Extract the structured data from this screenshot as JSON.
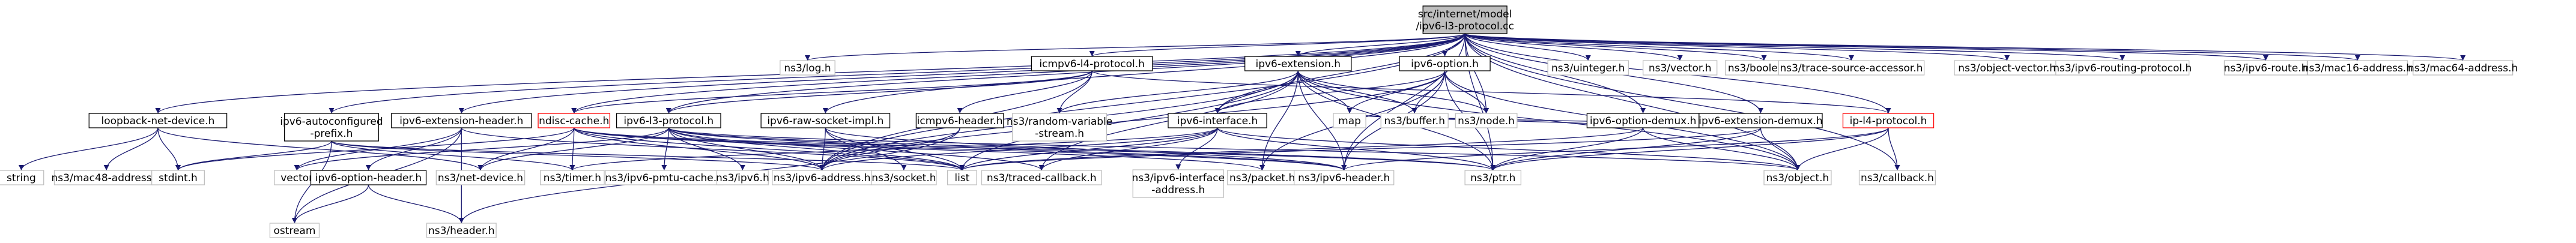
{
  "graph": {
    "root": "src/internet/model/ipv6-l3-protocol.cc",
    "colors": {
      "edge": "#191970",
      "node_border": "#000000",
      "node_border_missing": "#bfbfbf",
      "node_border_highlight": "#ff0000",
      "root_fill": "#bfbfbf"
    },
    "nodes": [
      {
        "id": "root",
        "label": "src/internet/model\n/ipv6-l3-protocol.cc",
        "kind": "root"
      },
      {
        "id": "log",
        "label": "ns3/log.h",
        "kind": "missing"
      },
      {
        "id": "icmpv6l4",
        "label": "icmpv6-l4-protocol.h",
        "kind": "normal"
      },
      {
        "id": "ipv6ext",
        "label": "ipv6-extension.h",
        "kind": "normal"
      },
      {
        "id": "ipv6opt",
        "label": "ipv6-option.h",
        "kind": "normal"
      },
      {
        "id": "uinteger",
        "label": "ns3/uinteger.h",
        "kind": "missing"
      },
      {
        "id": "vectorh",
        "label": "ns3/vector.h",
        "kind": "missing"
      },
      {
        "id": "boolean",
        "label": "ns3/boolean.h",
        "kind": "missing"
      },
      {
        "id": "tsa",
        "label": "ns3/trace-source-accessor.h",
        "kind": "missing"
      },
      {
        "id": "objvec",
        "label": "ns3/object-vector.h",
        "kind": "missing"
      },
      {
        "id": "routing",
        "label": "ns3/ipv6-routing-protocol.h",
        "kind": "missing"
      },
      {
        "id": "route",
        "label": "ns3/ipv6-route.h",
        "kind": "missing"
      },
      {
        "id": "mac16",
        "label": "ns3/mac16-address.h",
        "kind": "missing"
      },
      {
        "id": "mac64",
        "label": "ns3/mac64-address.h",
        "kind": "missing"
      },
      {
        "id": "loopback",
        "label": "loopback-net-device.h",
        "kind": "normal"
      },
      {
        "id": "autoconf",
        "label": "ipv6-autoconfigured\n-prefix.h",
        "kind": "normal"
      },
      {
        "id": "exthdr",
        "label": "ipv6-extension-header.h",
        "kind": "normal"
      },
      {
        "id": "ndisc",
        "label": "ndisc-cache.h",
        "kind": "highlight"
      },
      {
        "id": "ipv6l3",
        "label": "ipv6-l3-protocol.h",
        "kind": "normal"
      },
      {
        "id": "rawsock",
        "label": "ipv6-raw-socket-impl.h",
        "kind": "normal"
      },
      {
        "id": "icmphdr",
        "label": "icmpv6-header.h",
        "kind": "normal"
      },
      {
        "id": "randvar",
        "label": "ns3/random-variable\n-stream.h",
        "kind": "missing"
      },
      {
        "id": "ipv6if",
        "label": "ipv6-interface.h",
        "kind": "normal"
      },
      {
        "id": "map",
        "label": "map",
        "kind": "missing"
      },
      {
        "id": "buffer",
        "label": "ns3/buffer.h",
        "kind": "missing"
      },
      {
        "id": "node",
        "label": "ns3/node.h",
        "kind": "missing"
      },
      {
        "id": "optdemux",
        "label": "ipv6-option-demux.h",
        "kind": "normal"
      },
      {
        "id": "extdemux",
        "label": "ipv6-extension-demux.h",
        "kind": "normal"
      },
      {
        "id": "ipl4",
        "label": "ip-l4-protocol.h",
        "kind": "highlight"
      },
      {
        "id": "string",
        "label": "string",
        "kind": "missing"
      },
      {
        "id": "mac48",
        "label": "ns3/mac48-address.h",
        "kind": "missing"
      },
      {
        "id": "stdint",
        "label": "stdint.h",
        "kind": "missing"
      },
      {
        "id": "vector",
        "label": "vector",
        "kind": "missing"
      },
      {
        "id": "optheader",
        "label": "ipv6-option-header.h",
        "kind": "normal"
      },
      {
        "id": "netdevice",
        "label": "ns3/net-device.h",
        "kind": "missing"
      },
      {
        "id": "timer",
        "label": "ns3/timer.h",
        "kind": "missing"
      },
      {
        "id": "pmtu",
        "label": "ns3/ipv6-pmtu-cache.h",
        "kind": "missing"
      },
      {
        "id": "ipv6h",
        "label": "ns3/ipv6.h",
        "kind": "missing"
      },
      {
        "id": "ipv6addr",
        "label": "ns3/ipv6-address.h",
        "kind": "missing"
      },
      {
        "id": "socket",
        "label": "ns3/socket.h",
        "kind": "missing"
      },
      {
        "id": "list",
        "label": "list",
        "kind": "missing"
      },
      {
        "id": "tracedcb",
        "label": "ns3/traced-callback.h",
        "kind": "missing"
      },
      {
        "id": "ifaddr",
        "label": "ns3/ipv6-interface\n-address.h",
        "kind": "missing"
      },
      {
        "id": "packet",
        "label": "ns3/packet.h",
        "kind": "missing"
      },
      {
        "id": "ipv6header",
        "label": "ns3/ipv6-header.h",
        "kind": "missing"
      },
      {
        "id": "ptr",
        "label": "ns3/ptr.h",
        "kind": "missing"
      },
      {
        "id": "object",
        "label": "ns3/object.h",
        "kind": "missing"
      },
      {
        "id": "callback",
        "label": "ns3/callback.h",
        "kind": "missing"
      },
      {
        "id": "ostream",
        "label": "ostream",
        "kind": "missing"
      },
      {
        "id": "header",
        "label": "ns3/header.h",
        "kind": "missing"
      }
    ],
    "edges": [
      [
        "root",
        "log"
      ],
      [
        "root",
        "icmpv6l4"
      ],
      [
        "root",
        "ipv6ext"
      ],
      [
        "root",
        "ipv6opt"
      ],
      [
        "root",
        "uinteger"
      ],
      [
        "root",
        "vectorh"
      ],
      [
        "root",
        "boolean"
      ],
      [
        "root",
        "tsa"
      ],
      [
        "root",
        "objvec"
      ],
      [
        "root",
        "routing"
      ],
      [
        "root",
        "route"
      ],
      [
        "root",
        "mac16"
      ],
      [
        "root",
        "mac64"
      ],
      [
        "root",
        "loopback"
      ],
      [
        "root",
        "autoconf"
      ],
      [
        "root",
        "exthdr"
      ],
      [
        "root",
        "ndisc"
      ],
      [
        "root",
        "ipv6l3"
      ],
      [
        "root",
        "rawsock"
      ],
      [
        "root",
        "ipv6if"
      ],
      [
        "root",
        "node"
      ],
      [
        "root",
        "optdemux"
      ],
      [
        "root",
        "extdemux"
      ],
      [
        "root",
        "ipl4"
      ],
      [
        "root",
        "ipv6addr"
      ],
      [
        "root",
        "ipv6header"
      ],
      [
        "root",
        "ptr"
      ],
      [
        "root",
        "object"
      ],
      [
        "root",
        "callback"
      ],
      [
        "icmpv6l4",
        "icmphdr"
      ],
      [
        "icmpv6l4",
        "randvar"
      ],
      [
        "icmpv6l4",
        "ipv6addr"
      ],
      [
        "icmpv6l4",
        "ndisc"
      ],
      [
        "icmpv6l4",
        "ipv6l3"
      ],
      [
        "icmpv6l4",
        "ipl4"
      ],
      [
        "ipv6ext",
        "map"
      ],
      [
        "ipv6ext",
        "list"
      ],
      [
        "ipv6ext",
        "buffer"
      ],
      [
        "ipv6ext",
        "node"
      ],
      [
        "ipv6ext",
        "packet"
      ],
      [
        "ipv6ext",
        "ptr"
      ],
      [
        "ipv6ext",
        "ipv6header"
      ],
      [
        "ipv6ext",
        "tracedcb"
      ],
      [
        "ipv6ext",
        "randvar"
      ],
      [
        "ipv6ext",
        "ipv6if"
      ],
      [
        "ipv6ext",
        "object"
      ],
      [
        "ipv6ext",
        "ipv6addr"
      ],
      [
        "ipv6opt",
        "map"
      ],
      [
        "ipv6opt",
        "buffer"
      ],
      [
        "ipv6opt",
        "node"
      ],
      [
        "ipv6opt",
        "packet"
      ],
      [
        "ipv6opt",
        "ptr"
      ],
      [
        "ipv6opt",
        "ipv6header"
      ],
      [
        "ipv6opt",
        "ipv6if"
      ],
      [
        "ipv6opt",
        "object"
      ],
      [
        "ipv6opt",
        "ipv6addr"
      ],
      [
        "loopback",
        "string"
      ],
      [
        "loopback",
        "mac48"
      ],
      [
        "loopback",
        "stdint"
      ],
      [
        "loopback",
        "netdevice"
      ],
      [
        "autoconf",
        "stdint"
      ],
      [
        "autoconf",
        "list"
      ],
      [
        "autoconf",
        "ostream"
      ],
      [
        "autoconf",
        "ipv6addr"
      ],
      [
        "autoconf",
        "timer"
      ],
      [
        "exthdr",
        "vector"
      ],
      [
        "exthdr",
        "list"
      ],
      [
        "exthdr",
        "optheader"
      ],
      [
        "exthdr",
        "header"
      ],
      [
        "exthdr",
        "ostream"
      ],
      [
        "ndisc",
        "stdint"
      ],
      [
        "ndisc",
        "list"
      ],
      [
        "ndisc",
        "netdevice"
      ],
      [
        "ndisc",
        "timer"
      ],
      [
        "ndisc",
        "ipv6addr"
      ],
      [
        "ndisc",
        "ptr"
      ],
      [
        "ndisc",
        "packet"
      ],
      [
        "ndisc",
        "ipv6header"
      ],
      [
        "ipv6l3",
        "list"
      ],
      [
        "ipv6l3",
        "vector"
      ],
      [
        "ipv6l3",
        "ipv6addr"
      ],
      [
        "ipv6l3",
        "pmtu"
      ],
      [
        "ipv6l3",
        "ipv6h"
      ],
      [
        "ipv6l3",
        "ptr"
      ],
      [
        "ipv6l3",
        "tracedcb"
      ],
      [
        "ipv6l3",
        "netdevice"
      ],
      [
        "ipv6l3",
        "ipv6header"
      ],
      [
        "ipv6l3",
        "object"
      ],
      [
        "rawsock",
        "list"
      ],
      [
        "rawsock",
        "socket"
      ],
      [
        "rawsock",
        "ipv6addr"
      ],
      [
        "rawsock",
        "ipv6header"
      ],
      [
        "icmphdr",
        "ipv6addr"
      ],
      [
        "icmphdr",
        "header"
      ],
      [
        "ipv6if",
        "list"
      ],
      [
        "ipv6if",
        "ipv6addr"
      ],
      [
        "ipv6if",
        "ifaddr"
      ],
      [
        "ipv6if",
        "ptr"
      ],
      [
        "ipv6if",
        "object"
      ],
      [
        "ipv6if",
        "timer"
      ],
      [
        "ipv6if",
        "tracedcb"
      ],
      [
        "optdemux",
        "list"
      ],
      [
        "optdemux",
        "map"
      ],
      [
        "optdemux",
        "ptr"
      ],
      [
        "optdemux",
        "object"
      ],
      [
        "extdemux",
        "list"
      ],
      [
        "extdemux",
        "map"
      ],
      [
        "extdemux",
        "ptr"
      ],
      [
        "extdemux",
        "object"
      ],
      [
        "ipl4",
        "callback"
      ],
      [
        "ipl4",
        "object"
      ],
      [
        "ipl4",
        "ipv6header"
      ],
      [
        "ipl4",
        "ptr"
      ],
      [
        "optheader",
        "header"
      ],
      [
        "optheader",
        "ostream"
      ]
    ]
  }
}
